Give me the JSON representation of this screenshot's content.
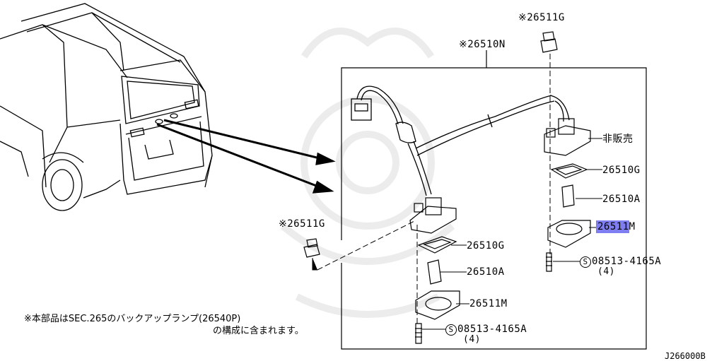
{
  "diagram_code": "J266000B",
  "kit_label": "※26510N",
  "note_line1": "※本部品はSEC.265のバックアップランプ(26540P)",
  "note_line2": "の構成に含まれます。",
  "right_assembly": {
    "clip": "※26511G",
    "not_for_sale": "非販売",
    "gasket": "26510G",
    "bulb": "26510A",
    "lens_prefix": "26511",
    "lens_suffix": "M",
    "screw_symbol": "S",
    "screw": "08513-4165A",
    "screw_qty": "(4)"
  },
  "left_assembly": {
    "clip": "※26511G",
    "gasket": "26510G",
    "bulb": "26510A",
    "lens": "26511M",
    "screw_symbol": "S",
    "screw": "08513-4165A",
    "screw_qty": "(4)"
  }
}
